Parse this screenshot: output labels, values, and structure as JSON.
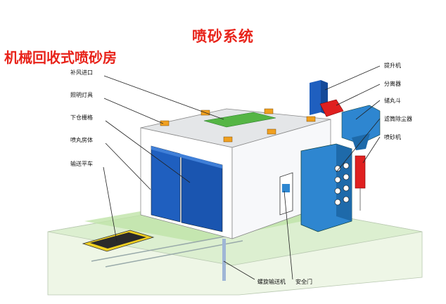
{
  "title": "喷砂系统",
  "subtitle": "机械回收式喷砂房",
  "labels": {
    "air_supply": "补风进口",
    "lighting": "照明灯具",
    "floor_grid": "下仓栅格",
    "room_body": "喷丸房体",
    "trolley": "输送平车",
    "elevator": "提升机",
    "separator": "分离器",
    "shot_hopper": "储丸斗",
    "dust_collector": "滤筒除尘器",
    "blast_machine": "喷砂机",
    "screw_conveyor": "螺旋输送机",
    "safety_door": "安全门"
  },
  "colors": {
    "title": "#e8231a",
    "room_wall": "#ffffff",
    "door_blue": "#1f5fbf",
    "dust_collector_blue": "#2e86d0",
    "separator_red": "#e02020",
    "lamp_orange": "#f0a020",
    "ground_green": "#c8e6b0",
    "trolley_yellow": "#f0d020"
  }
}
